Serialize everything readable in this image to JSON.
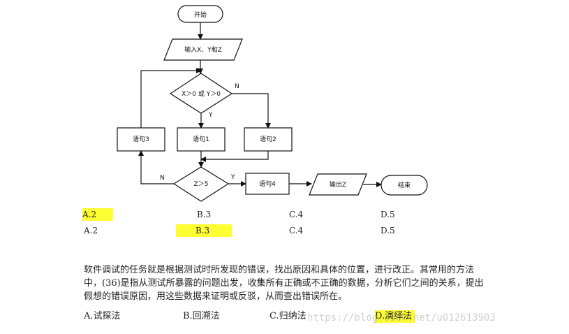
{
  "flowchart": {
    "start": "开始",
    "input": "输入X、Y和Z",
    "cond1": "X＞0 或 Y＞0",
    "cond1_yes": "Y",
    "cond1_no": "N",
    "stmt1": "语句1",
    "stmt2": "语句2",
    "stmt3": "语句3",
    "cond2": "Z＞5",
    "cond2_yes": "Y",
    "cond2_no": "N",
    "stmt4": "语句4",
    "output": "输出Z",
    "end": "结束"
  },
  "q35": {
    "row1": [
      "A.2",
      "B.3",
      "C.4",
      "D.5"
    ],
    "row2": [
      "A.2",
      "B.3",
      "C.4",
      "D.5"
    ]
  },
  "q36": {
    "text": "软件调试的任务就是根据测试时所发现的错误，找出原因和具体的位置，进行改正。其常用的方法中，(36)是指从测试所暴露的问题出发，收集所有正确或不正确的数据，分析它们之间的关系，提出假想的错误原因，用这些数据来证明或反驳，从而查出错误所在。",
    "options": [
      "A.试探法",
      "B.回溯法",
      "C.归纳法",
      "D.演绎法"
    ]
  },
  "watermark": "https://blog.csdn.net/u012613903",
  "colors": {
    "highlight": "#ffff33"
  }
}
